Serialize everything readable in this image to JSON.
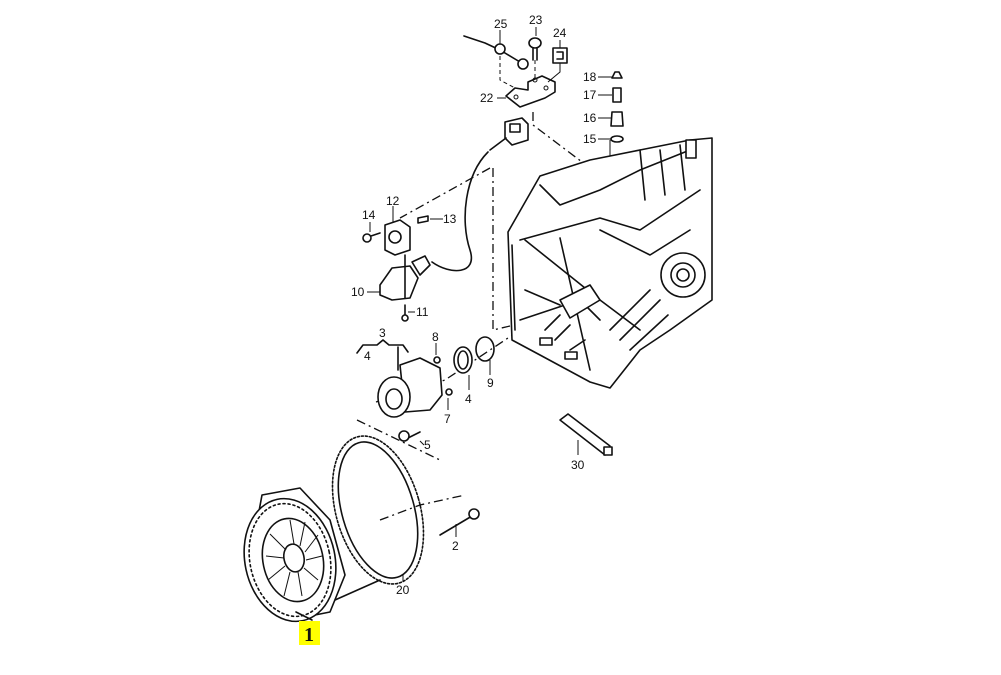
{
  "diagram": {
    "highlighted_part": "1",
    "highlight_color": "#ffff00",
    "callouts": {
      "p1": "1",
      "p2": "2",
      "p3": "3",
      "p4a": "4",
      "p4b": "4",
      "p5": "5",
      "p7": "7",
      "p8": "8",
      "p9": "9",
      "p10": "10",
      "p11": "11",
      "p12": "12",
      "p13": "13",
      "p14": "14",
      "p15": "15",
      "p16": "16",
      "p17": "17",
      "p18": "18",
      "p20": "20",
      "p22": "22",
      "p23": "23",
      "p24": "24",
      "p25": "25",
      "p30": "30"
    }
  }
}
